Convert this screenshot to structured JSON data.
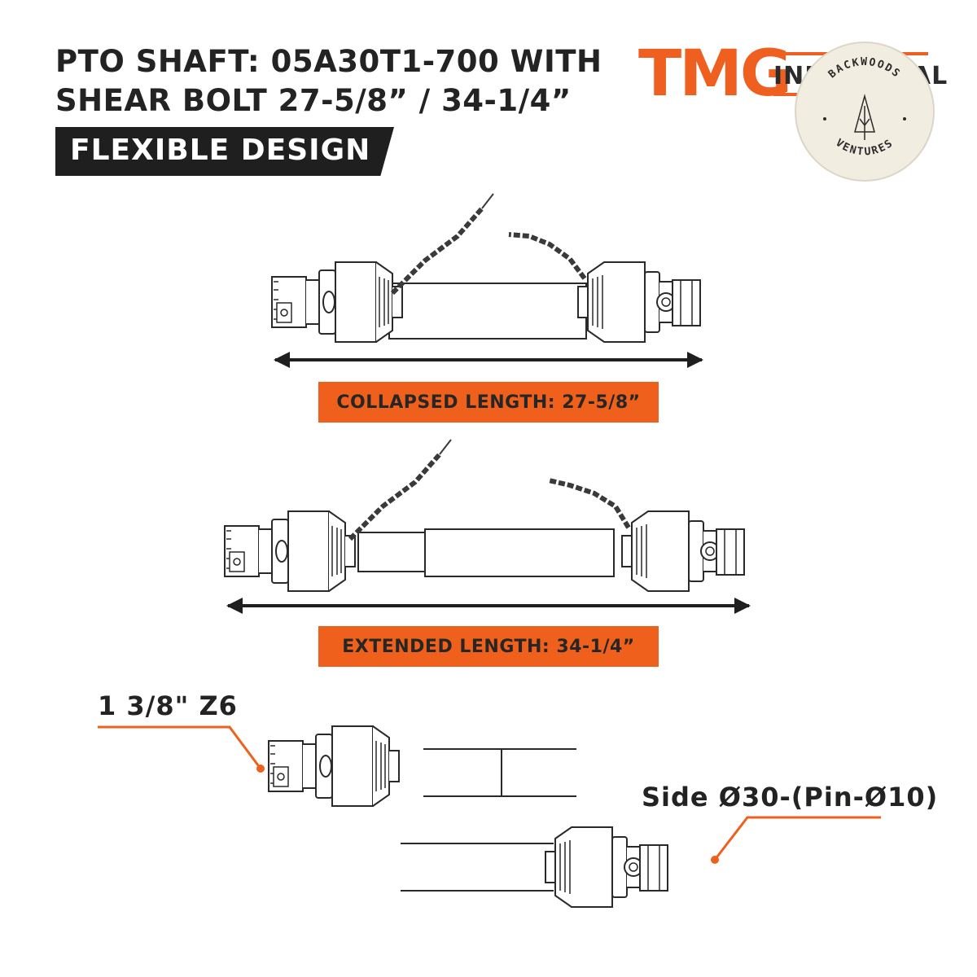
{
  "header": {
    "title_line1": "PTO SHAFT: 05A30T1-700 WITH",
    "title_line2": "SHEAR BOLT 27-5/8” / 34-1/4”",
    "tag": "FLEXIBLE DESIGN"
  },
  "logo": {
    "word": "TMG",
    "sub": "INDUSTRIAL"
  },
  "badge": {
    "top_text": "BACKWOODS",
    "bottom_text": "VENTURES"
  },
  "collapsed_label": "COLLAPSED LENGTH: 27-5/8”",
  "extended_label": "EXTENDED LENGTH: 34-1/4”",
  "callout_left": "1 3/8\" Z6",
  "callout_right": "Side Ø30-(Pin-Ø10)",
  "colors": {
    "accent": "#f0601d",
    "dark": "#1f1f1f",
    "badge_bg": "#f2ede1"
  }
}
